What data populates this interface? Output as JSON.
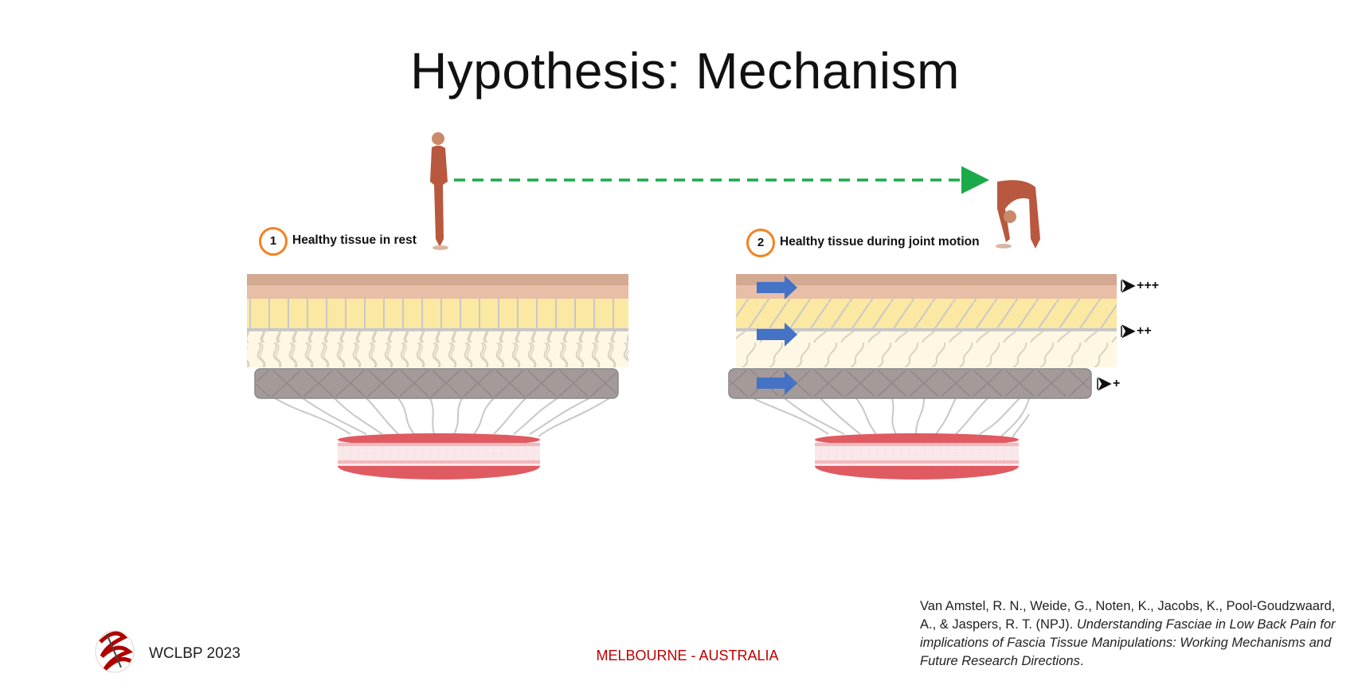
{
  "slide": {
    "title": "Hypothesis: Mechanism",
    "panels": [
      {
        "number": "1",
        "label": "Healthy tissue in rest"
      },
      {
        "number": "2",
        "label": "Healthy tissue during joint motion",
        "sliding_indicators": [
          "+++",
          "++",
          "+"
        ]
      }
    ],
    "colors": {
      "accent_circle": "#f58220",
      "arrow_green": "#1aaa4a",
      "arrow_blue": "#4472c4",
      "location_red": "#c00000"
    }
  },
  "footer": {
    "conference": "WCLBP 2023",
    "location": "MELBOURNE - AUSTRALIA",
    "citation_plain": "Van Amstel, R. N., Weide, G., Noten, K., Jacobs, K., Pool-Goudzwaard, A., & Jaspers, R. T. (NPJ). ",
    "citation_title": "Understanding Fasciae in Low Back Pain for implications of Fascia Tissue Manipulations: Working Mechanisms and Future Research Directions",
    "citation_end": "."
  }
}
